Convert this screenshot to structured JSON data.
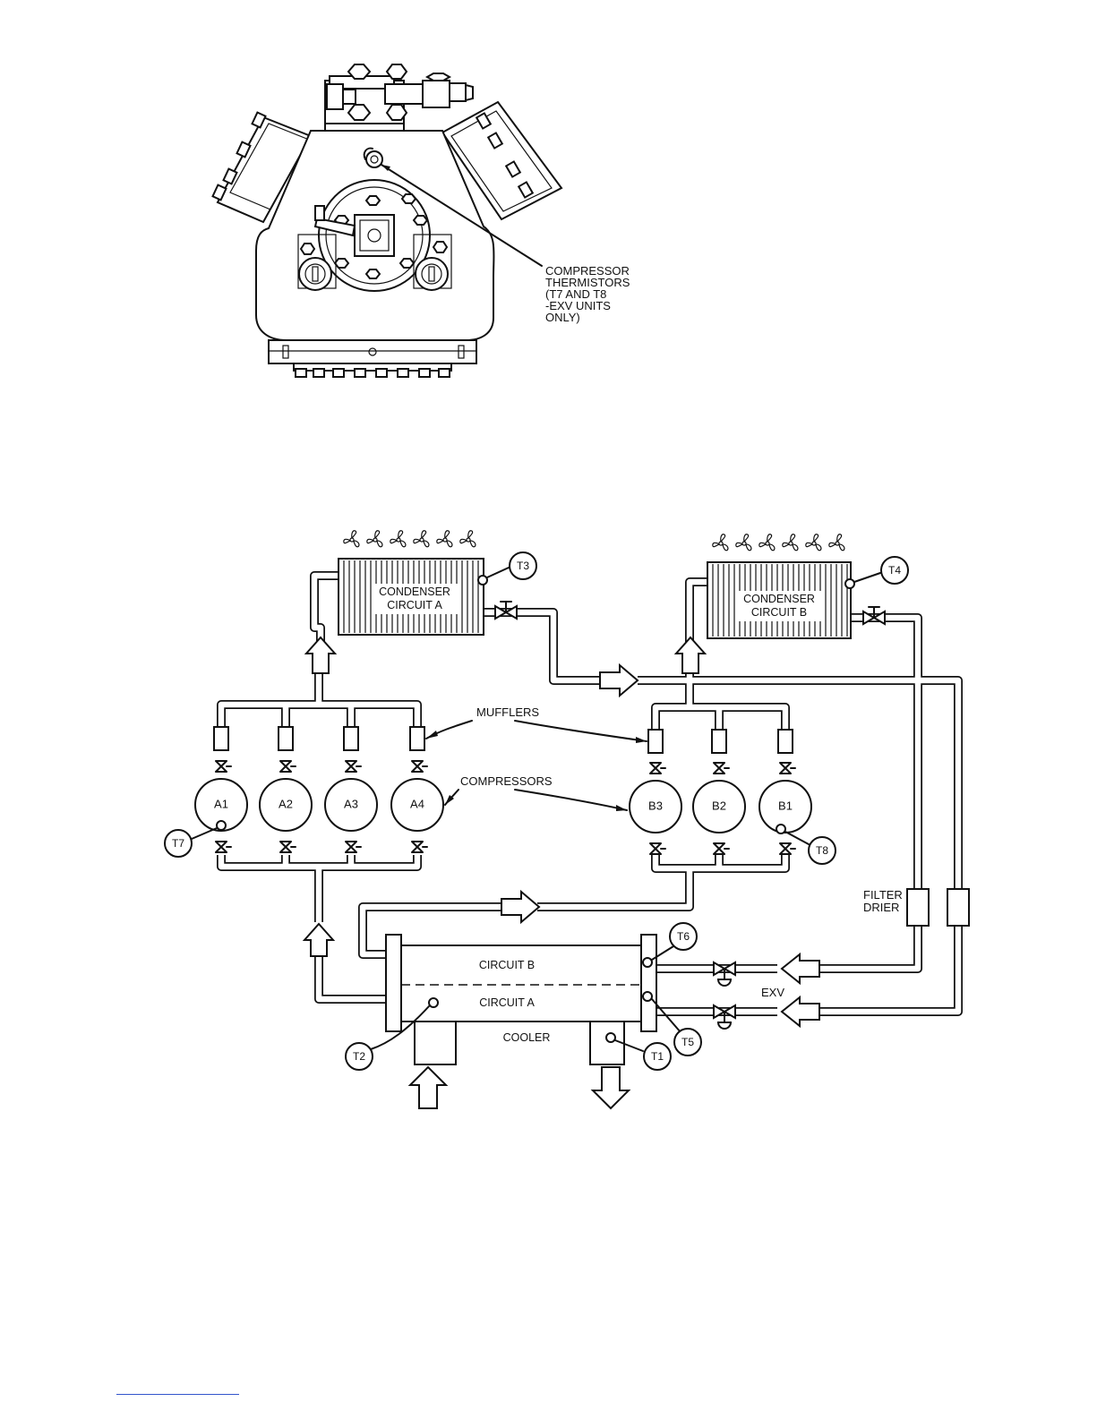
{
  "top_figure": {
    "callout": [
      "COMPRESSOR",
      "THERMISTORS",
      "(T7 AND T8",
      "-EXV UNITS",
      "ONLY)"
    ]
  },
  "schematic": {
    "condenser_a": [
      "CONDENSER",
      "CIRCUIT A"
    ],
    "condenser_b": [
      "CONDENSER",
      "CIRCUIT B"
    ],
    "mufflers_label": "MUFFLERS",
    "compressors_label": "COMPRESSORS",
    "compressors_a": [
      "A1",
      "A2",
      "A3",
      "A4"
    ],
    "compressors_b": [
      "B3",
      "B2",
      "B1"
    ],
    "circuit_b": "CIRCUIT B",
    "circuit_a": "CIRCUIT A",
    "cooler": "COOLER",
    "exv": "EXV",
    "filter_drier": [
      "FILTER",
      "DRIER"
    ],
    "thermistors": {
      "t1": "T1",
      "t2": "T2",
      "t3": "T3",
      "t4": "T4",
      "t5": "T5",
      "t6": "T6",
      "t7": "T7",
      "t8": "T8"
    }
  }
}
